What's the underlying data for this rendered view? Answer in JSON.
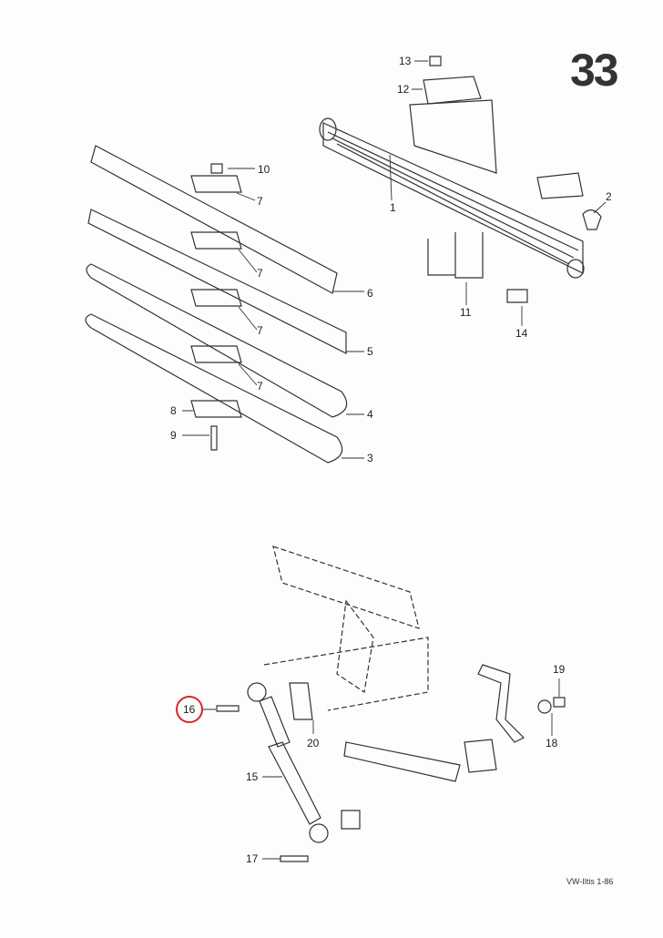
{
  "page_number": "33",
  "footer": "VW-Iltis  1-86",
  "highlight_color": "#d8262c",
  "callouts": {
    "c1": "1",
    "c2": "2",
    "c3": "3",
    "c4": "4",
    "c5": "5",
    "c6": "6",
    "c7a": "7",
    "c7b": "7",
    "c7c": "7",
    "c7d": "7",
    "c8": "8",
    "c9": "9",
    "c10": "10",
    "c11": "11",
    "c12": "12",
    "c13": "13",
    "c14": "14",
    "c15": "15",
    "c16": "16",
    "c17": "17",
    "c18": "18",
    "c19": "19",
    "c20": "20"
  }
}
